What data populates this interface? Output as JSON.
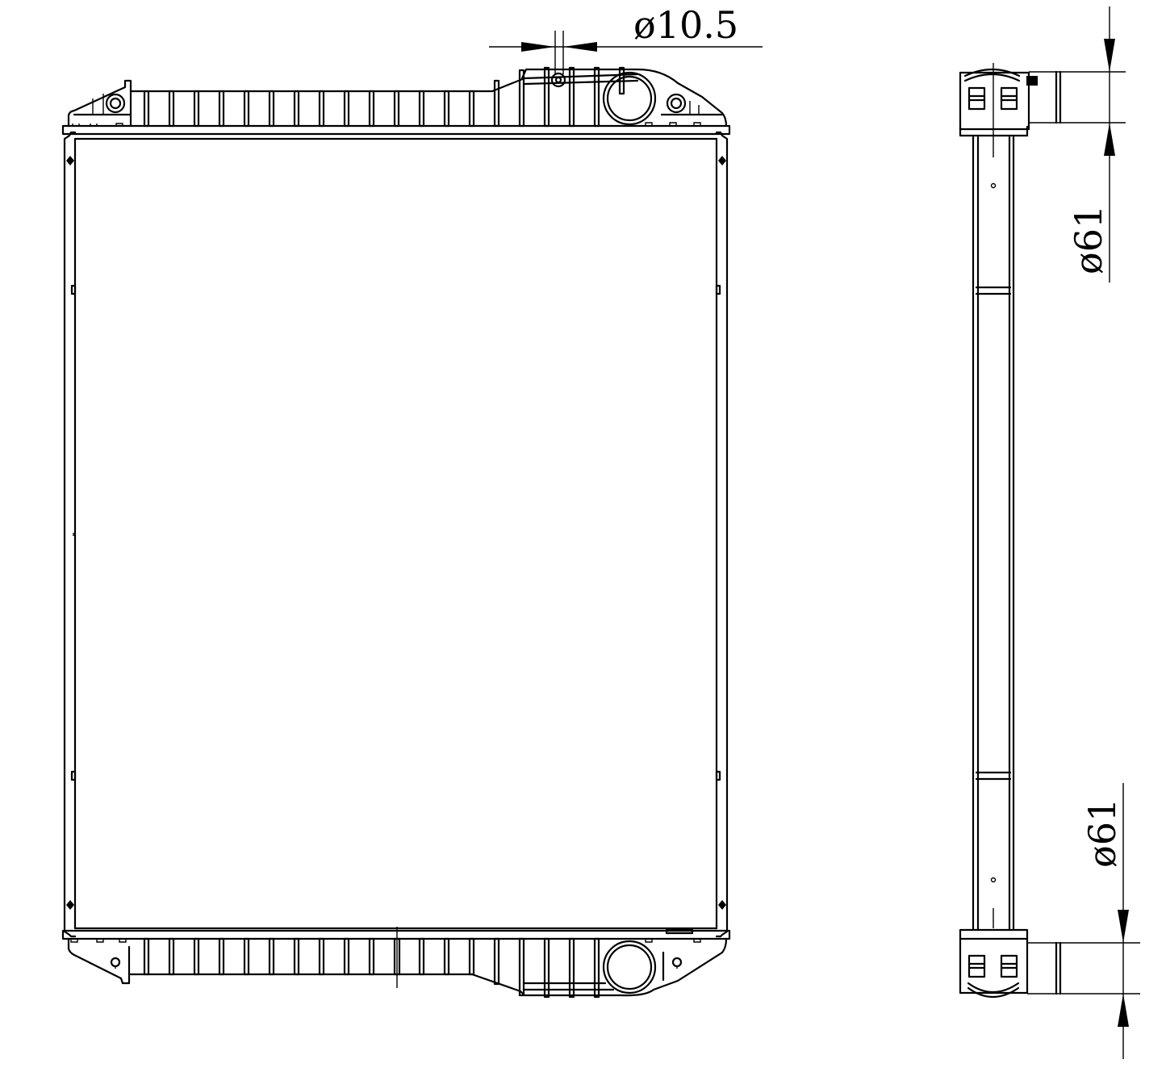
{
  "diagram": {
    "type": "technical drawing",
    "subject": "radiator",
    "views": [
      {
        "name": "front-view",
        "label": ""
      },
      {
        "name": "side-view",
        "label": ""
      }
    ],
    "dimensions": {
      "top_hole": "ø10.5",
      "side_inlet": "ø61",
      "side_outlet": "ø61"
    },
    "colors": {
      "line": "#000000",
      "background": "#ffffff"
    }
  }
}
